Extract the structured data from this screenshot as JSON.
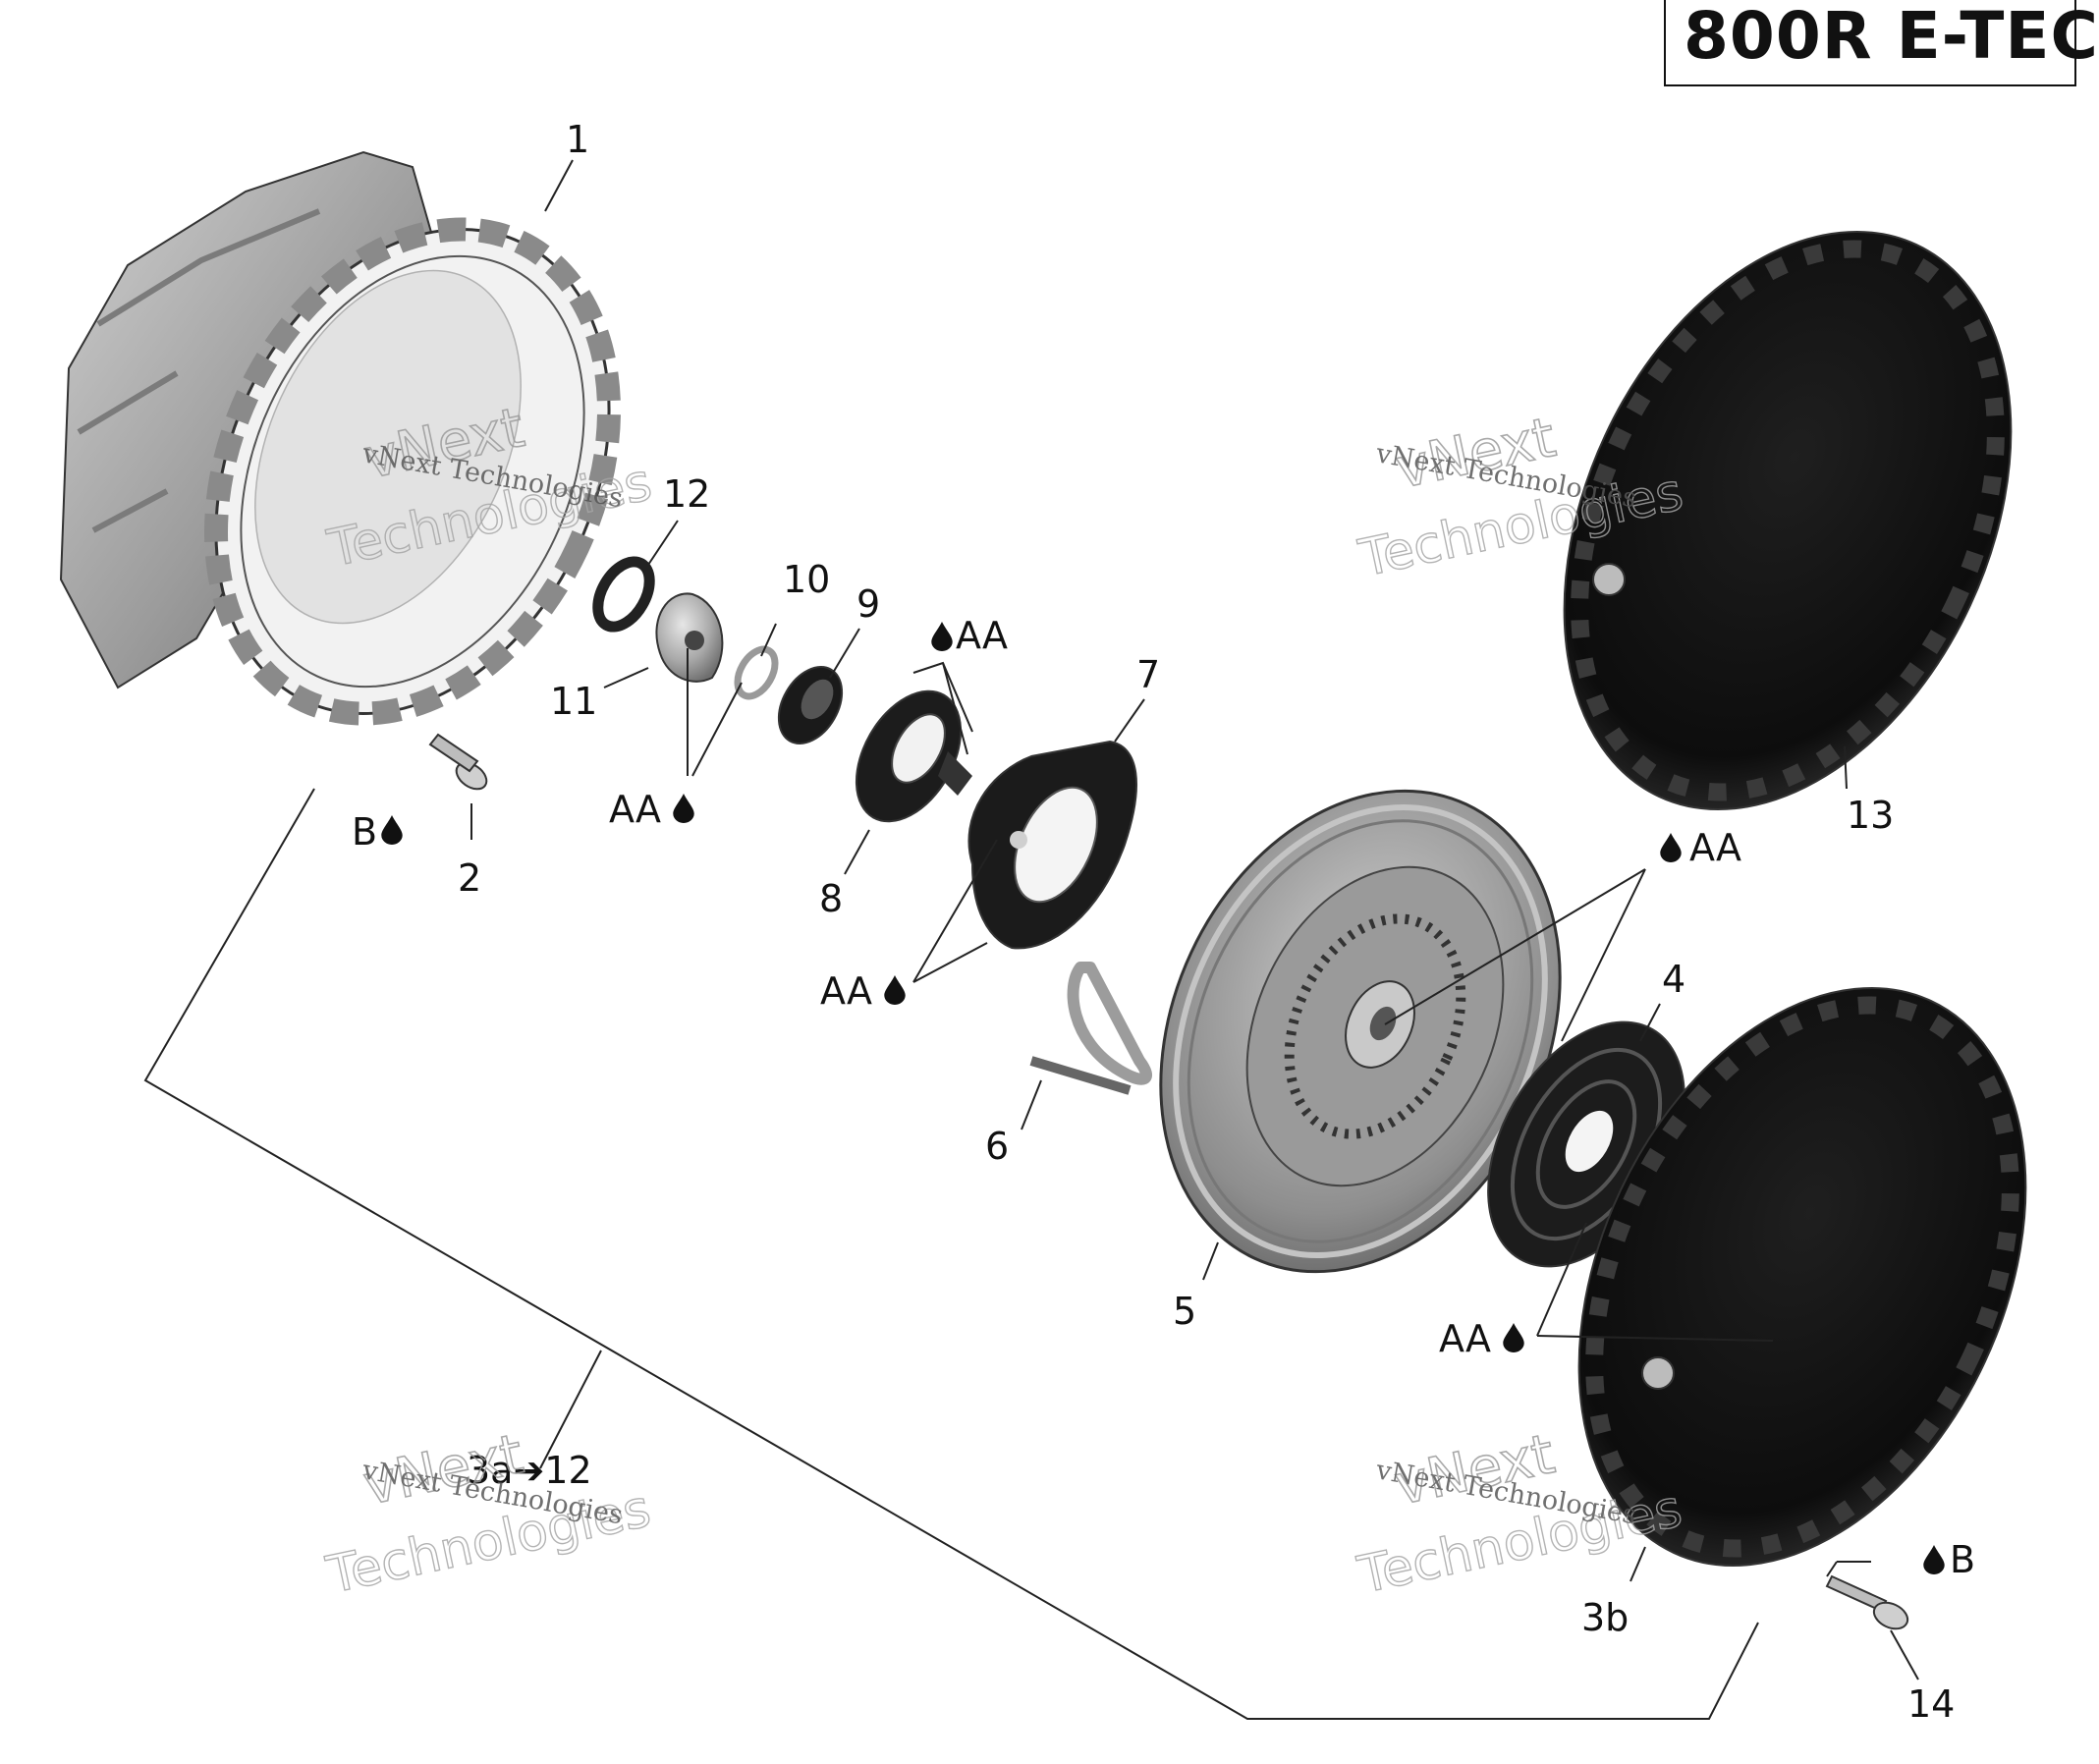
{
  "title": "800R E-TEC",
  "labels": {
    "p1": "1",
    "p2": "2",
    "p3a": "3a➔12",
    "p3b": "3b",
    "p4": "4",
    "p5": "5",
    "p6": "6",
    "p7": "7",
    "p8": "8",
    "p9": "9",
    "p10": "10",
    "p11": "11",
    "p12": "12",
    "p13": "13",
    "p14": "14"
  },
  "lubricant": {
    "aa_text": "AA",
    "b_text": "B"
  },
  "watermark": {
    "line1": "vNext Technologies",
    "line2": "vNext",
    "line3": "Technologies"
  }
}
